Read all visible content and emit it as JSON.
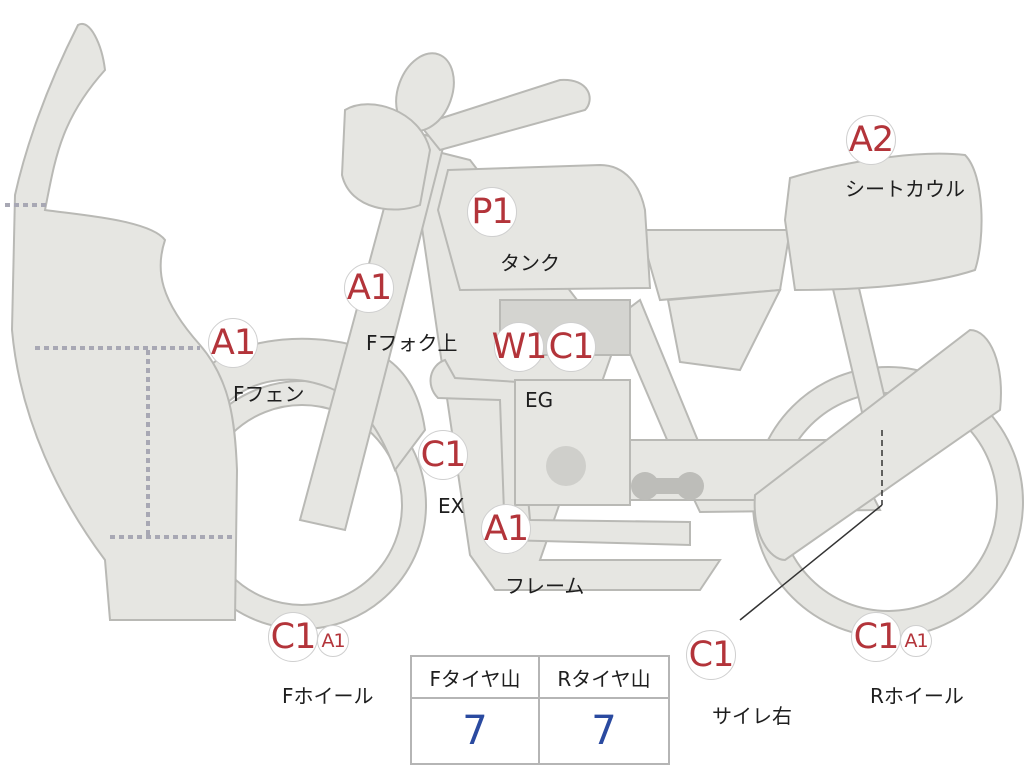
{
  "markers": [
    {
      "id": "rear-seat-cowl",
      "codes": [
        "A2"
      ],
      "label": "シートカウル"
    },
    {
      "id": "tank",
      "codes": [
        "P1"
      ],
      "label": "タンク"
    },
    {
      "id": "front-fork-upper",
      "codes": [
        "A1"
      ],
      "label": "Fフォク上"
    },
    {
      "id": "front-fender",
      "codes": [
        "A1"
      ],
      "label": "Fフェン"
    },
    {
      "id": "engine",
      "codes": [
        "W1",
        "C1"
      ],
      "label": "EG"
    },
    {
      "id": "exhaust",
      "codes": [
        "C1"
      ],
      "label": "EX"
    },
    {
      "id": "frame",
      "codes": [
        "A1"
      ],
      "label": "フレーム"
    },
    {
      "id": "front-wheel",
      "codes": [
        "C1",
        "A1"
      ],
      "label": "Fホイール"
    },
    {
      "id": "muffler-right",
      "codes": [
        "C1"
      ],
      "label": "サイレ右"
    },
    {
      "id": "rear-wheel",
      "codes": [
        "C1",
        "A1"
      ],
      "label": "Rホイール"
    }
  ],
  "tire_tread": {
    "headers": [
      "Fタイヤ山",
      "Rタイヤ山"
    ],
    "values": [
      "7",
      "7"
    ]
  },
  "colors": {
    "code_text": "#b3343a",
    "tread_value": "#2a4aa0",
    "part_fill": "#e6e6e2"
  }
}
